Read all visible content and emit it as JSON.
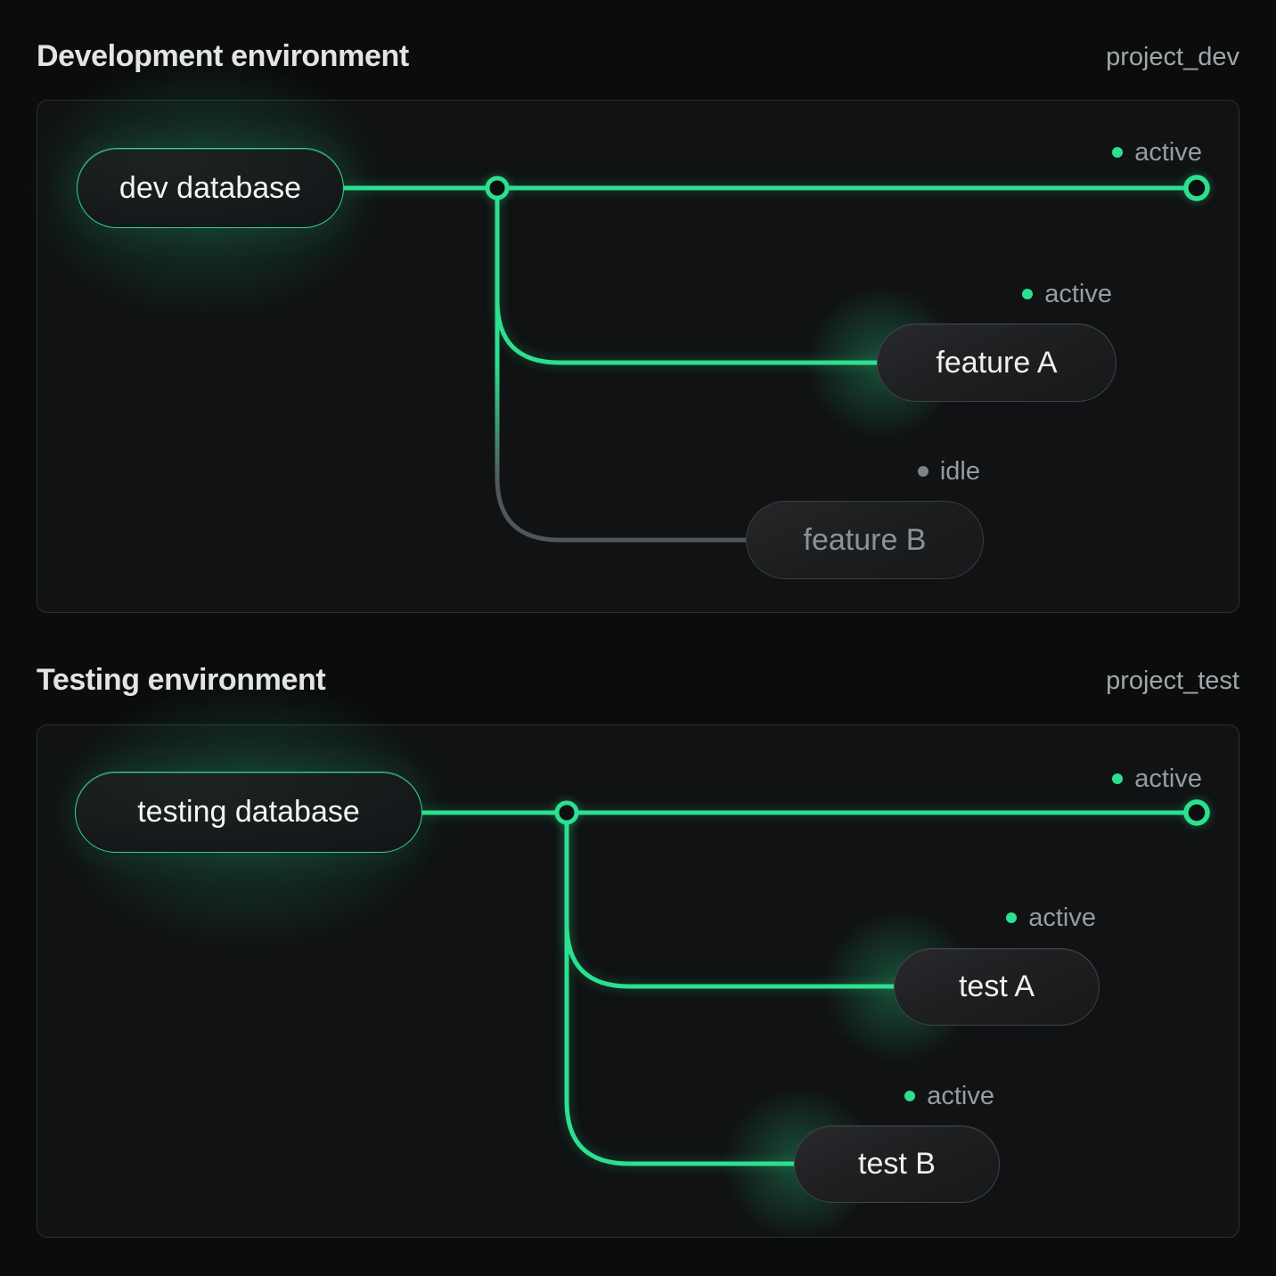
{
  "colors": {
    "accent_green": "#2ce08f",
    "idle_gray": "#50555a",
    "panel_border": "#2d3033",
    "background": "#0b0c0c"
  },
  "sections": [
    {
      "title": "Development environment",
      "project_label": "project_dev",
      "database": {
        "label": "dev database"
      },
      "main_branch": {
        "status": "active"
      },
      "branches": [
        {
          "label": "feature A",
          "status": "active"
        },
        {
          "label": "feature B",
          "status": "idle"
        }
      ]
    },
    {
      "title": "Testing environment",
      "project_label": "project_test",
      "database": {
        "label": "testing database"
      },
      "main_branch": {
        "status": "active"
      },
      "branches": [
        {
          "label": "test A",
          "status": "active"
        },
        {
          "label": "test B",
          "status": "active"
        }
      ]
    }
  ]
}
